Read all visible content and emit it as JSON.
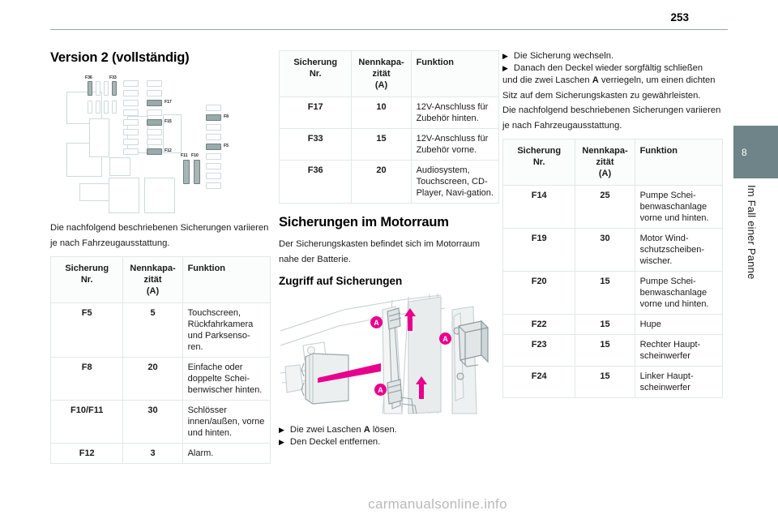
{
  "header": {
    "page_number": "253"
  },
  "chapter_tab": {
    "number": "8",
    "title": "Im Fall einer Panne"
  },
  "watermark": "carmanualsonline.info",
  "column_left": {
    "heading": "Version 2 (vollständig)",
    "diagram": {
      "name": "fuse-box-version-2-diagram",
      "labels": [
        "F36",
        "F33",
        "F17",
        "F15",
        "F12",
        "F8",
        "F5",
        "F11",
        "F10"
      ]
    },
    "intro_line_1": "Die nachfolgend beschriebenen Sicherungen variieren",
    "intro_line_2": "je nach Fahrzeugausstattung.",
    "table": {
      "headers": {
        "col_no_line1": "Sicherung",
        "col_no_line2": "Nr.",
        "col_amp_line1": "Nennkapa-",
        "col_amp_line2": "zität",
        "col_amp_line3": "(A)",
        "col_function": "Funktion"
      },
      "rows": [
        {
          "no": "F5",
          "amps": "5",
          "function": "Touchscreen, Rückfahrkamera und Parksenso-ren."
        },
        {
          "no": "F8",
          "amps": "20",
          "function": "Einfache oder doppelte Schei-benwischer hinten."
        },
        {
          "no": "F10/F11",
          "amps": "30",
          "function": "Schlösser innen/außen, vorne und hinten."
        },
        {
          "no": "F12",
          "amps": "3",
          "function": "Alarm."
        }
      ]
    }
  },
  "column_middle": {
    "table": {
      "headers": {
        "col_no_line1": "Sicherung",
        "col_no_line2": "Nr.",
        "col_amp_line1": "Nennkapa-",
        "col_amp_line2": "zität",
        "col_amp_line3": "(A)",
        "col_function": "Funktion"
      },
      "rows": [
        {
          "no": "F17",
          "amps": "10",
          "function": "12V-Anschluss für Zubehör hinten."
        },
        {
          "no": "F33",
          "amps": "15",
          "function": "12V-Anschluss für Zubehör vorne."
        },
        {
          "no": "F36",
          "amps": "20",
          "function": "Audiosystem, Touchscreen, CD-Player, Navi-gation."
        }
      ]
    },
    "section_heading": "Sicherungen im Motorraum",
    "section_text_line1": "Der Sicherungskasten befindet sich im Motorraum",
    "section_text_line2": "nahe der Batterie.",
    "sub_heading": "Zugriff auf Sicherungen",
    "illustration": {
      "name": "engine-bay-fuse-cover-illustration",
      "callouts": [
        "A",
        "A",
        "A"
      ]
    },
    "bullets": [
      {
        "text_before": "Die zwei Laschen ",
        "bold": "A",
        "text_after": " lösen."
      },
      {
        "text_before": "Den Deckel entfernen.",
        "bold": "",
        "text_after": ""
      }
    ]
  },
  "column_right": {
    "bullet_1": "Die Sicherung wechseln.",
    "bullet_2_line1": "Danach den Deckel wieder sorgfältig schließen",
    "bullet_2_line2_before": "und die zwei Laschen ",
    "bullet_2_bold": "A",
    "bullet_2_line2_after": " verriegeln, um einen dichten",
    "bullet_2_line3": "Sitz auf dem Sicherungskasten zu gewährleisten.",
    "para_line1": "Die nachfolgend beschriebenen Sicherungen variieren",
    "para_line2": "je nach Fahrzeugausstattung.",
    "table": {
      "headers": {
        "col_no_line1": "Sicherung",
        "col_no_line2": "Nr.",
        "col_amp_line1": "Nennkapa-",
        "col_amp_line2": "zität",
        "col_amp_line3": "(A)",
        "col_function": "Funktion"
      },
      "rows": [
        {
          "no": "F14",
          "amps": "25",
          "function": "Pumpe Schei-benwaschanlage vorne und hinten."
        },
        {
          "no": "F19",
          "amps": "30",
          "function": "Motor Wind-schutzscheiben-wischer."
        },
        {
          "no": "F20",
          "amps": "15",
          "function": "Pumpe Schei-benwaschanlage vorne und hinten."
        },
        {
          "no": "F22",
          "amps": "15",
          "function": "Hupe"
        },
        {
          "no": "F23",
          "amps": "15",
          "function": "Rechter Haupt-scheinwerfer"
        },
        {
          "no": "F24",
          "amps": "15",
          "function": "Linker Haupt-scheinwerfer"
        }
      ]
    }
  },
  "colors": {
    "accent_magenta": "#e8008c",
    "tab_teal": "#6e8488",
    "rule_gray": "#9aa7a8",
    "table_border": "#e2e8e8"
  }
}
